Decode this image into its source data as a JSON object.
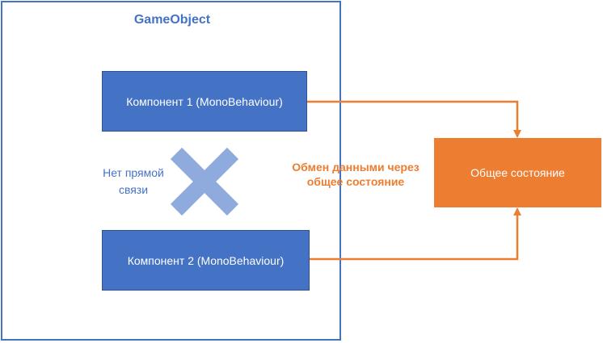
{
  "container": {
    "title": "GameObject"
  },
  "components": [
    {
      "label": "Компонент 1  (MonoBehaviour)"
    },
    {
      "label": "Компонент 2  (MonoBehaviour)"
    }
  ],
  "no_link": {
    "line1": "Нет прямой",
    "line2": "связи"
  },
  "exchange": {
    "line1": "Обмен данными через",
    "line2": "общее состояние"
  },
  "shared_state": {
    "label": "Общее состояние"
  },
  "colors": {
    "blue": "#4472c4",
    "light_blue": "#8faadc",
    "orange": "#ed7d31"
  }
}
